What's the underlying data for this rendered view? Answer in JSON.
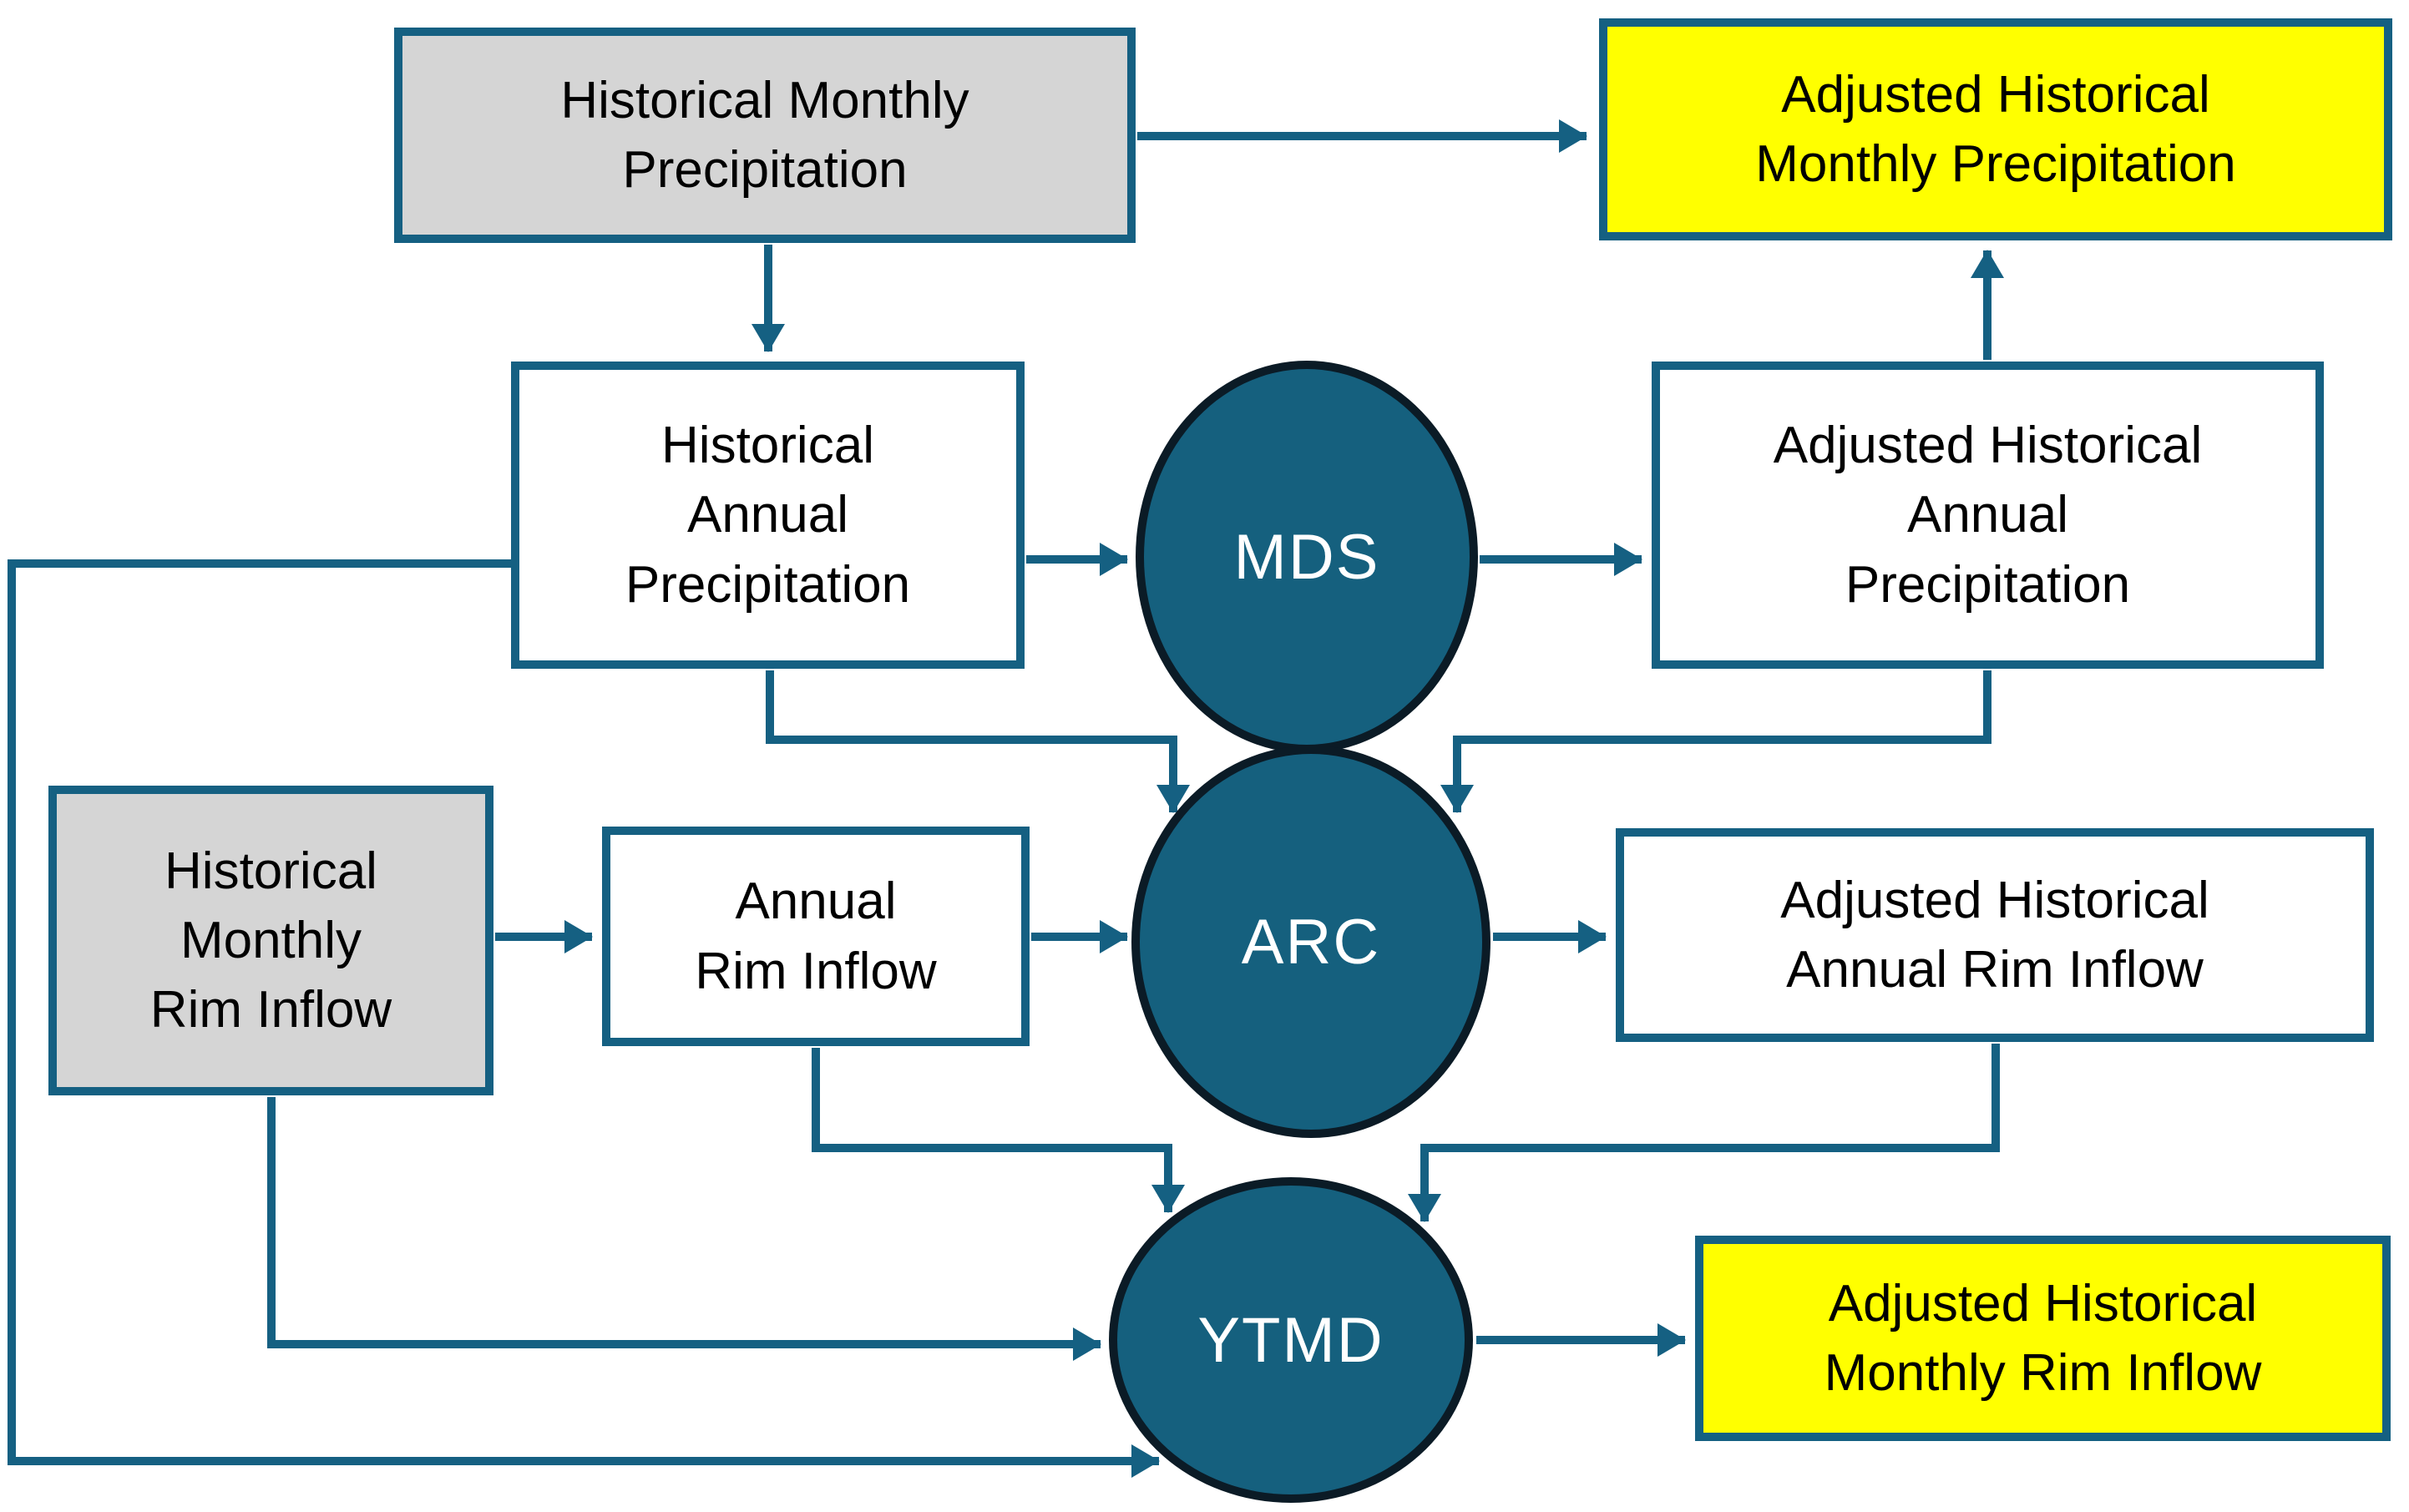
{
  "diagram": {
    "nodes": {
      "historical_monthly_precipitation": "Historical Monthly\nPrecipitation",
      "adjusted_historical_monthly_precipitation": "Adjusted Historical\nMonthly Precipitation",
      "historical_annual_precipitation": "Historical\nAnnual\nPrecipitation",
      "mds": "MDS",
      "adjusted_historical_annual_precipitation": "Adjusted Historical\nAnnual\nPrecipitation",
      "historical_monthly_rim_inflow": "Historical\nMonthly\nRim Inflow",
      "annual_rim_inflow": "Annual\nRim Inflow",
      "arc": "ARC",
      "adjusted_historical_annual_rim_inflow": "Adjusted Historical\nAnnual Rim Inflow",
      "ytmd": "YTMD",
      "adjusted_historical_monthly_rim_inflow": "Adjusted Historical\nMonthly Rim Inflow"
    },
    "colors": {
      "line_teal": "#156082",
      "process_fill": "#15607E",
      "process_outline": "#0B1B26",
      "input_fill": "#D5D5D5",
      "output_fill": "#FFFF00",
      "box_fill": "#FFFFFF",
      "text_dark": "#000000",
      "text_light": "#FFFFFF"
    },
    "edges": [
      {
        "from": "historical_monthly_precipitation",
        "to": "adjusted_historical_monthly_precipitation"
      },
      {
        "from": "historical_monthly_precipitation",
        "to": "historical_annual_precipitation"
      },
      {
        "from": "historical_annual_precipitation",
        "to": "mds"
      },
      {
        "from": "mds",
        "to": "adjusted_historical_annual_precipitation"
      },
      {
        "from": "adjusted_historical_annual_precipitation",
        "to": "adjusted_historical_monthly_precipitation"
      },
      {
        "from": "historical_annual_precipitation",
        "to": "arc"
      },
      {
        "from": "adjusted_historical_annual_precipitation",
        "to": "arc"
      },
      {
        "from": "historical_monthly_rim_inflow",
        "to": "annual_rim_inflow"
      },
      {
        "from": "annual_rim_inflow",
        "to": "arc"
      },
      {
        "from": "arc",
        "to": "adjusted_historical_annual_rim_inflow"
      },
      {
        "from": "annual_rim_inflow",
        "to": "ytmd"
      },
      {
        "from": "adjusted_historical_annual_rim_inflow",
        "to": "ytmd"
      },
      {
        "from": "historical_monthly_rim_inflow",
        "to": "ytmd"
      },
      {
        "from": "historical_annual_precipitation",
        "to": "ytmd"
      },
      {
        "from": "ytmd",
        "to": "adjusted_historical_monthly_rim_inflow"
      }
    ]
  }
}
